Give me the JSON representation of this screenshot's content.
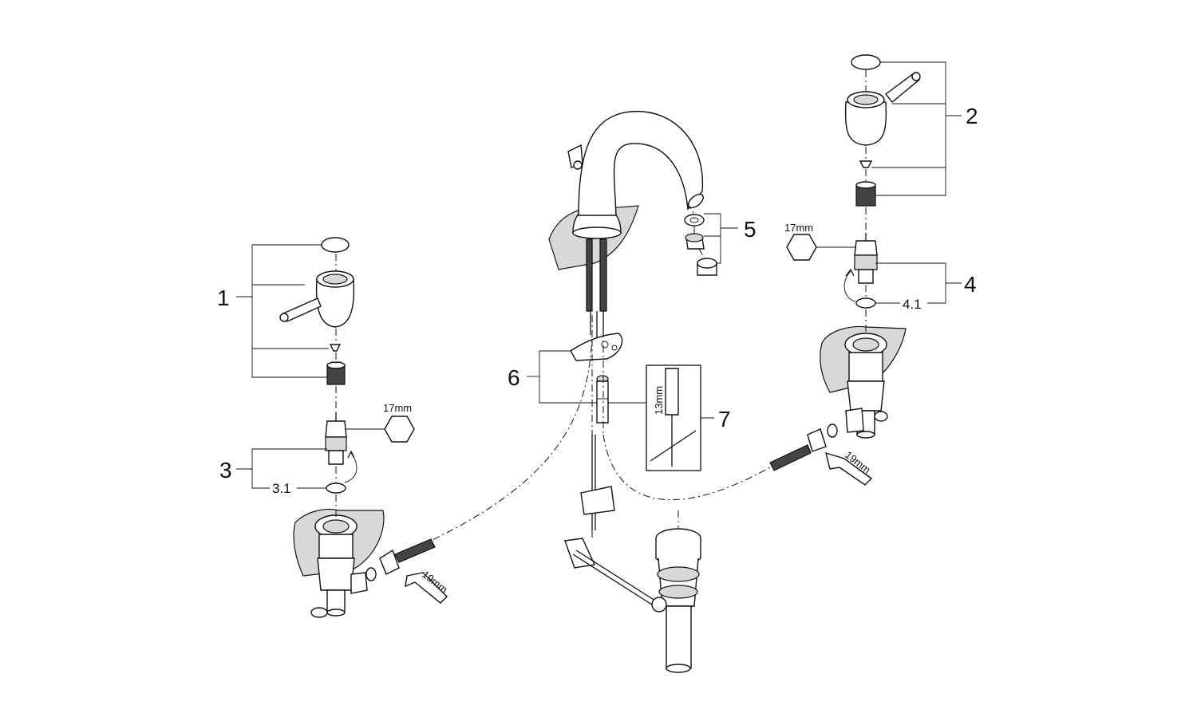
{
  "callouts": {
    "c1": "1",
    "c2": "2",
    "c3": "3",
    "c31": "3.1",
    "c4": "4",
    "c41": "4.1",
    "c5": "5",
    "c6": "6",
    "c7": "7"
  },
  "tool_sizes": {
    "hex_left": "17mm",
    "hex_right": "17mm",
    "wrench_left": "19mm",
    "wrench_right": "19mm",
    "box_7": "13mm"
  }
}
